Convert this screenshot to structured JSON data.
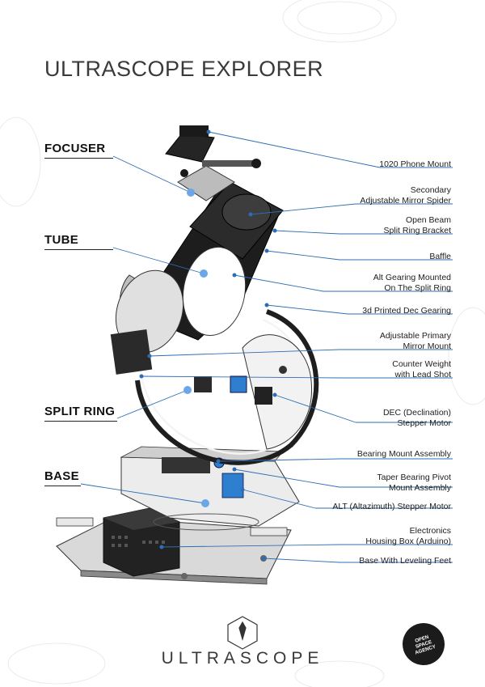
{
  "title": "ULTRASCOPE EXPLORER",
  "sections": {
    "focuser": "FOCUSER",
    "tube": "TUBE",
    "split_ring": "SPLIT RING",
    "base": "BASE"
  },
  "callouts": [
    {
      "l1": "1020 Phone Mount",
      "l2": ""
    },
    {
      "l1": "Secondary",
      "l2": "Adjustable Mirror Spider"
    },
    {
      "l1": "Open Beam",
      "l2": "Split Ring Bracket"
    },
    {
      "l1": "Baffle",
      "l2": ""
    },
    {
      "l1": "Alt Gearing Mounted",
      "l2": "On The Split Ring"
    },
    {
      "l1": "3d Printed Dec Gearing",
      "l2": ""
    },
    {
      "l1": "Adjustable Primary",
      "l2": "Mirror Mount"
    },
    {
      "l1": "Counter Weight",
      "l2": "with Lead Shot"
    },
    {
      "l1": "DEC (Declination)",
      "l2": "Stepper Motor"
    },
    {
      "l1": "Bearing Mount Assembly",
      "l2": ""
    },
    {
      "l1": "Taper Bearing Pivot",
      "l2": "Mount Assembly"
    },
    {
      "l1": "ALT (Altazimuth) Stepper Motor",
      "l2": ""
    },
    {
      "l1": "Electronics",
      "l2": "Housing Box (Arduino)"
    },
    {
      "l1": "Base With Leveling Feet",
      "l2": ""
    }
  ],
  "brand": "ULTRASCOPE",
  "agency": "OPEN SPACE AGENCY",
  "colors": {
    "leader": "#2e6db5",
    "dot": "#6aa6e8",
    "dark": "#1a1a1a"
  }
}
